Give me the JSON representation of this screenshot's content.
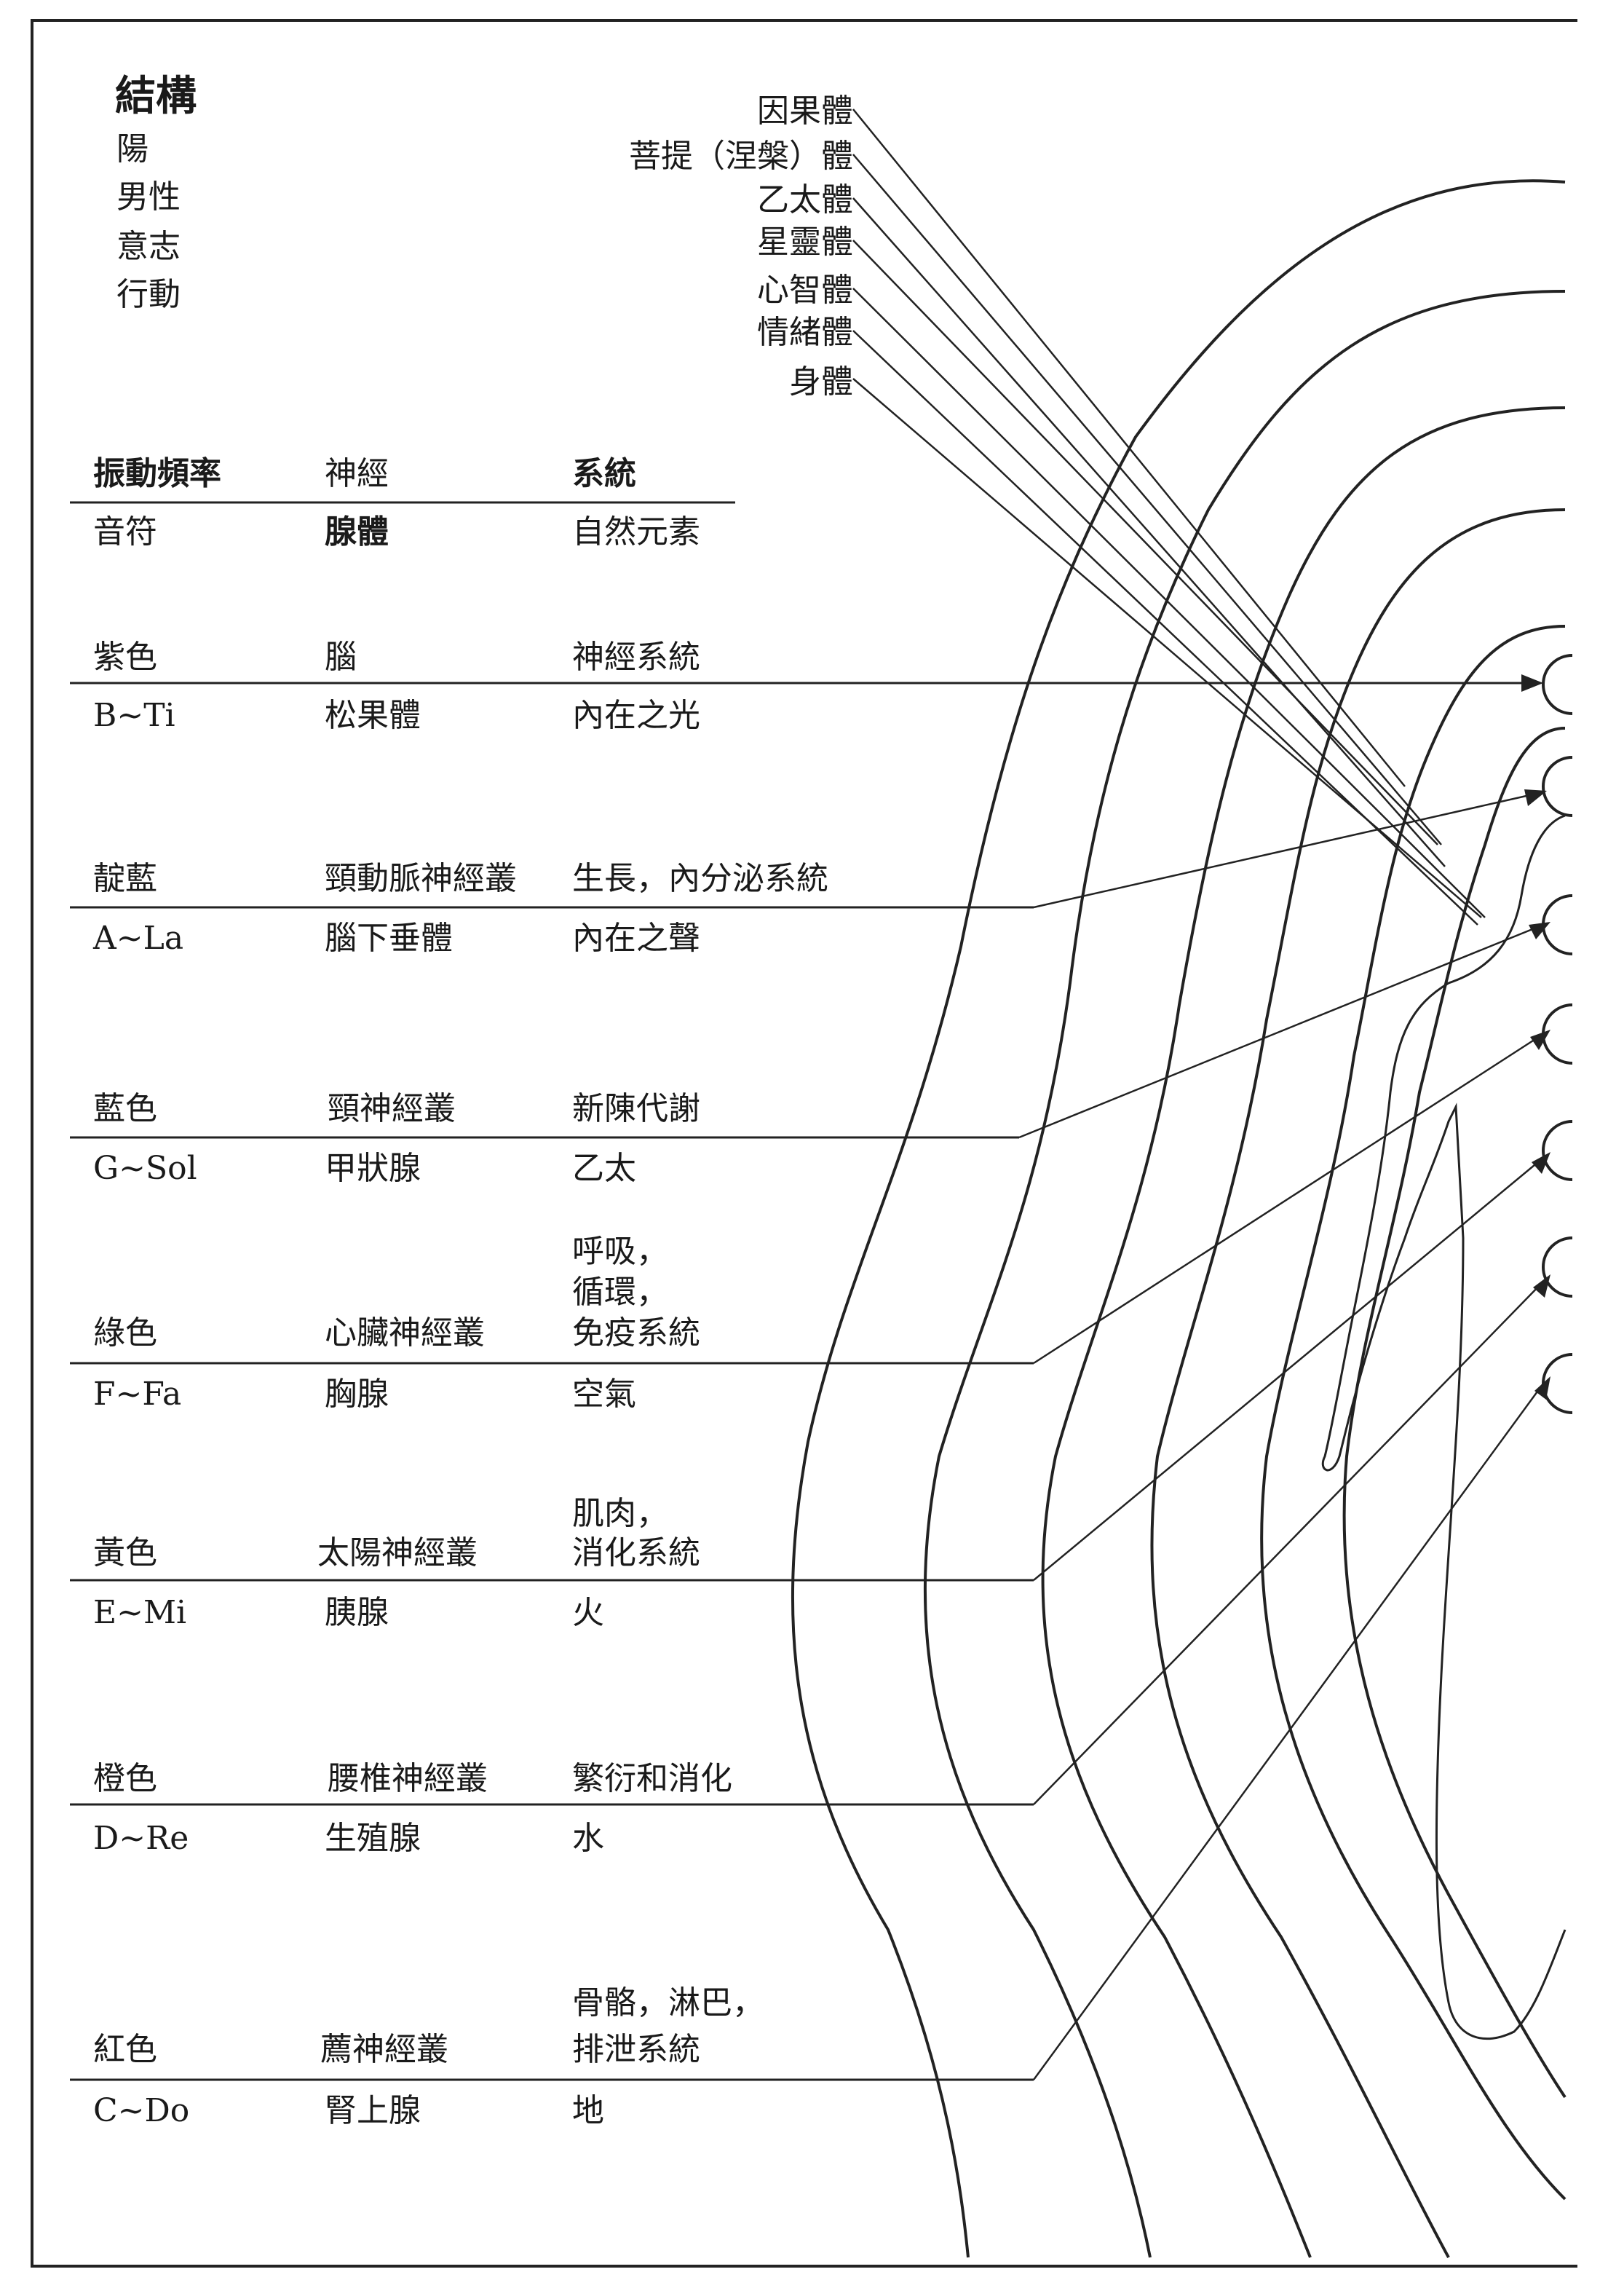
{
  "header": {
    "title": "結構",
    "items": [
      "陽",
      "男性",
      "意志",
      "行動"
    ]
  },
  "bodies": [
    "因果體",
    "菩提（涅槃）體",
    "乙太體",
    "星靈體",
    "心智體",
    "情緒體",
    "身體"
  ],
  "table": {
    "headers": [
      "振動頻率",
      "神經",
      "系統"
    ],
    "subheaders": [
      "音符",
      "腺體",
      "自然元素"
    ],
    "rows": [
      {
        "color": "紫色",
        "nerve": "腦",
        "system": "神經系統",
        "note": "B~Ti",
        "gland": "松果體",
        "element": "內在之光"
      },
      {
        "color": "靛藍",
        "nerve": "頸動脈神經叢",
        "system": "生長，內分泌系統",
        "note": "A~La",
        "gland": "腦下垂體",
        "element": "內在之聲"
      },
      {
        "color": "藍色",
        "nerve": "頸神經叢",
        "system": "新陳代謝",
        "note": "G~Sol",
        "gland": "甲狀腺",
        "element": "乙太"
      },
      {
        "color": "綠色",
        "nerve": "心臟神經叢",
        "system_lines": [
          "呼吸，",
          "循環，",
          "免疫系統"
        ],
        "note": "F~Fa",
        "gland": "胸腺",
        "element": "空氣"
      },
      {
        "color": "黃色",
        "nerve": "太陽神經叢",
        "system_lines": [
          "肌肉，",
          "消化系統"
        ],
        "note": "E~Mi",
        "gland": "胰腺",
        "element": "火"
      },
      {
        "color": "橙色",
        "nerve": "腰椎神經叢",
        "system": "繁衍和消化",
        "note": "D~Re",
        "gland": "生殖腺",
        "element": "水"
      },
      {
        "color": "紅色",
        "nerve": "薦神經叢",
        "system_lines": [
          "骨骼，淋巴，",
          "排泄系統"
        ],
        "note": "C~Do",
        "gland": "腎上腺",
        "element": "地"
      }
    ]
  }
}
